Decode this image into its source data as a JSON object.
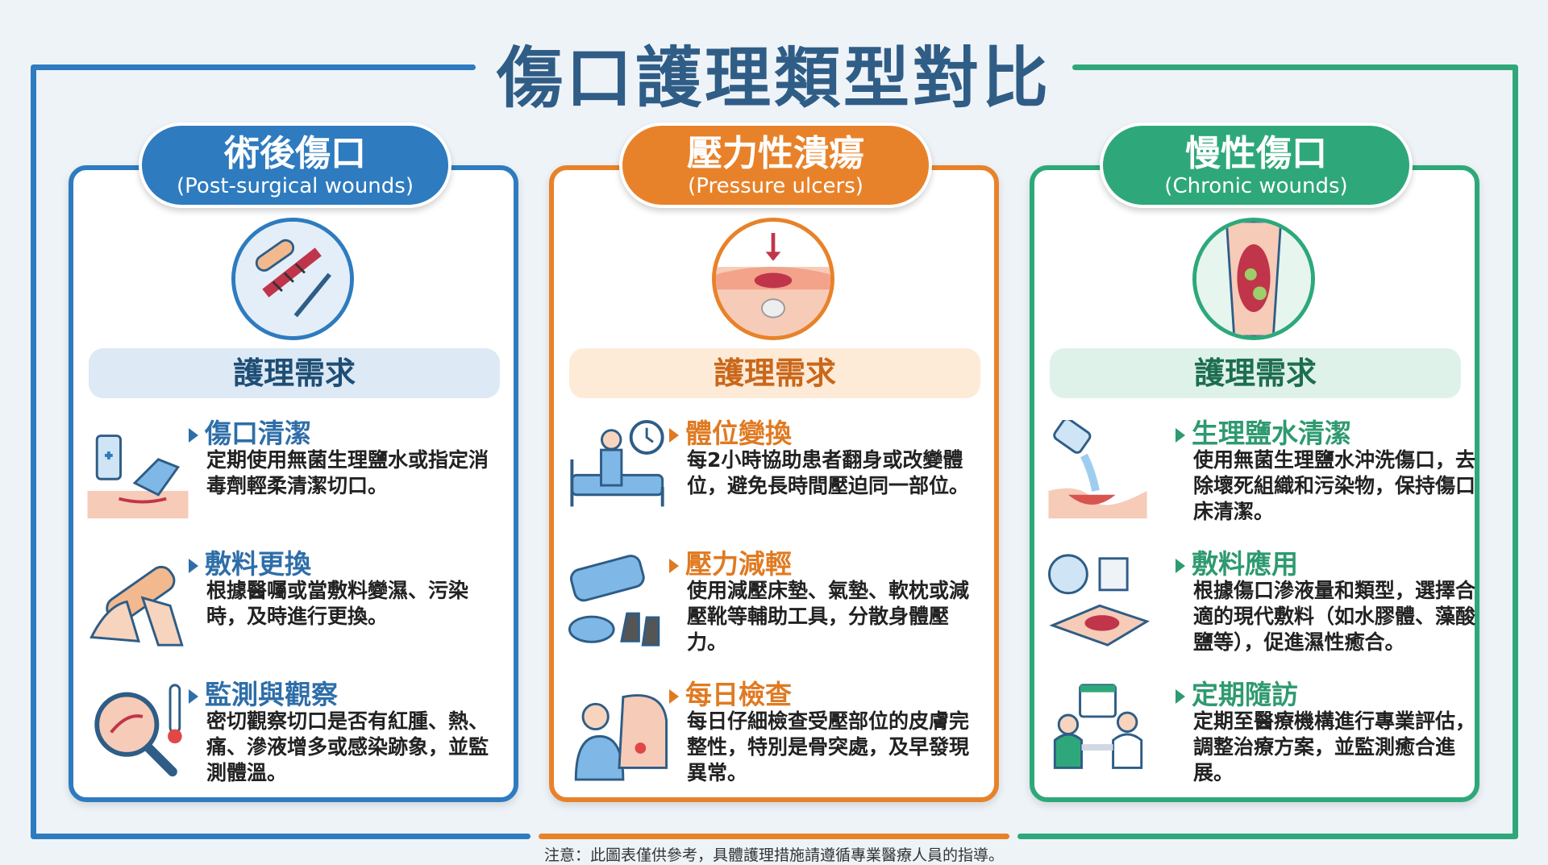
{
  "title": "傷口護理類型對比",
  "note": "注意：此圖表僅供參考，具體護理措施請遵循專業醫療人員的指導。",
  "colors": {
    "blue": "#2e7bbf",
    "orange": "#e8822a",
    "green": "#2ea87a",
    "title": "#2f5d86"
  },
  "columns": [
    {
      "name": "術後傷口",
      "en": "(Post-surgical wounds)",
      "icon": "sutured-incision-icon",
      "band": "護理需求",
      "items": [
        {
          "title": "傷口清潔",
          "body": "定期使用無菌生理鹽水或指定消毒劑輕柔清潔切口。",
          "icon": "saline-cleaning-icon"
        },
        {
          "title": "敷料更換",
          "body": "根據醫囑或當敷料變濕、污染時，及時進行更換。",
          "icon": "bandage-change-icon"
        },
        {
          "title": "監測與觀察",
          "body": "密切觀察切口是否有紅腫、熱、痛、滲液增多或感染跡象，並監測體溫。",
          "icon": "magnifier-thermometer-icon"
        }
      ]
    },
    {
      "name": "壓力性潰瘍",
      "en": "(Pressure ulcers)",
      "icon": "pressure-ulcer-icon",
      "band": "護理需求",
      "items": [
        {
          "title": "體位變換",
          "body": "每2小時協助患者翻身或改變體位，避免長時間壓迫同一部位。",
          "icon": "nurse-bed-clock-icon"
        },
        {
          "title": "壓力減輕",
          "body": "使用減壓床墊、氣墊、軟枕或減壓靴等輔助工具，分散身體壓力。",
          "icon": "pressure-relief-cushion-icon"
        },
        {
          "title": "每日檢查",
          "body": "每日仔細檢查受壓部位的皮膚完整性，特別是骨突處，及早發現異常。",
          "icon": "nurse-inspect-heel-icon"
        }
      ]
    },
    {
      "name": "慢性傷口",
      "en": "(Chronic wounds)",
      "icon": "chronic-wound-leg-icon",
      "band": "護理需求",
      "items": [
        {
          "title": "生理鹽水清潔",
          "body": "使用無菌生理鹽水沖洗傷口，去除壞死組織和污染物，保持傷口床清潔。",
          "icon": "saline-irrigation-icon"
        },
        {
          "title": "敷料應用",
          "body": "根據傷口滲液量和類型，選擇合適的現代敷料（如水膠體、藻酸鹽等），促進濕性癒合。",
          "icon": "modern-dressing-icon"
        },
        {
          "title": "定期隨訪",
          "body": "定期至醫療機構進行專業評估，調整治療方案，並監測癒合進展。",
          "icon": "doctor-consultation-icon"
        }
      ]
    }
  ]
}
